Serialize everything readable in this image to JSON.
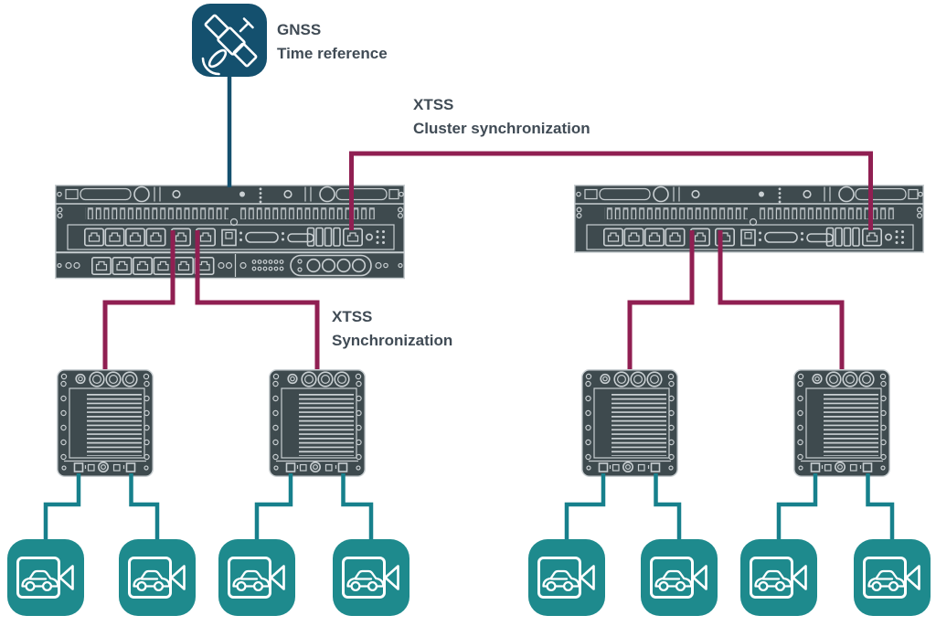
{
  "labels": {
    "gnss": {
      "line1": "GNSS",
      "line2": "Time reference"
    },
    "cluster_sync": {
      "line1": "XTSS",
      "line2": "Cluster synchronization"
    },
    "sync": {
      "line1": "XTSS",
      "line2": "Synchronization"
    }
  },
  "colors": {
    "gnss_blue": "#14506E",
    "sync_maroon": "#901F52",
    "camera_teal": "#1E8A8D",
    "link_teal": "#17808C",
    "device_dark": "#3E4A4E",
    "device_outline": "#C9CFD2",
    "label_text": "#404B55",
    "background": "#FFFFFF"
  },
  "icons": {
    "gnss": "satellite-icon",
    "camera_node": "car-camera-icon"
  },
  "topology": {
    "gnss_time_reference_count": 1,
    "server_count": 2,
    "sensor_unit_count": 4,
    "camera_count": 8,
    "links": [
      {
        "type": "time-reference",
        "from": "gnss",
        "to": "server-1"
      },
      {
        "type": "xtss-cluster-synchronization",
        "from": "server-1",
        "to": "server-2"
      },
      {
        "type": "xtss-synchronization",
        "from": "server-1",
        "to": "ecu-1"
      },
      {
        "type": "xtss-synchronization",
        "from": "server-1",
        "to": "ecu-2"
      },
      {
        "type": "xtss-synchronization",
        "from": "server-2",
        "to": "ecu-3"
      },
      {
        "type": "xtss-synchronization",
        "from": "server-2",
        "to": "ecu-4"
      },
      {
        "type": "camera-link",
        "from": "ecu-1",
        "to": "camera-1"
      },
      {
        "type": "camera-link",
        "from": "ecu-1",
        "to": "camera-2"
      },
      {
        "type": "camera-link",
        "from": "ecu-2",
        "to": "camera-3"
      },
      {
        "type": "camera-link",
        "from": "ecu-2",
        "to": "camera-4"
      },
      {
        "type": "camera-link",
        "from": "ecu-3",
        "to": "camera-5"
      },
      {
        "type": "camera-link",
        "from": "ecu-3",
        "to": "camera-6"
      },
      {
        "type": "camera-link",
        "from": "ecu-4",
        "to": "camera-7"
      },
      {
        "type": "camera-link",
        "from": "ecu-4",
        "to": "camera-8"
      }
    ]
  }
}
